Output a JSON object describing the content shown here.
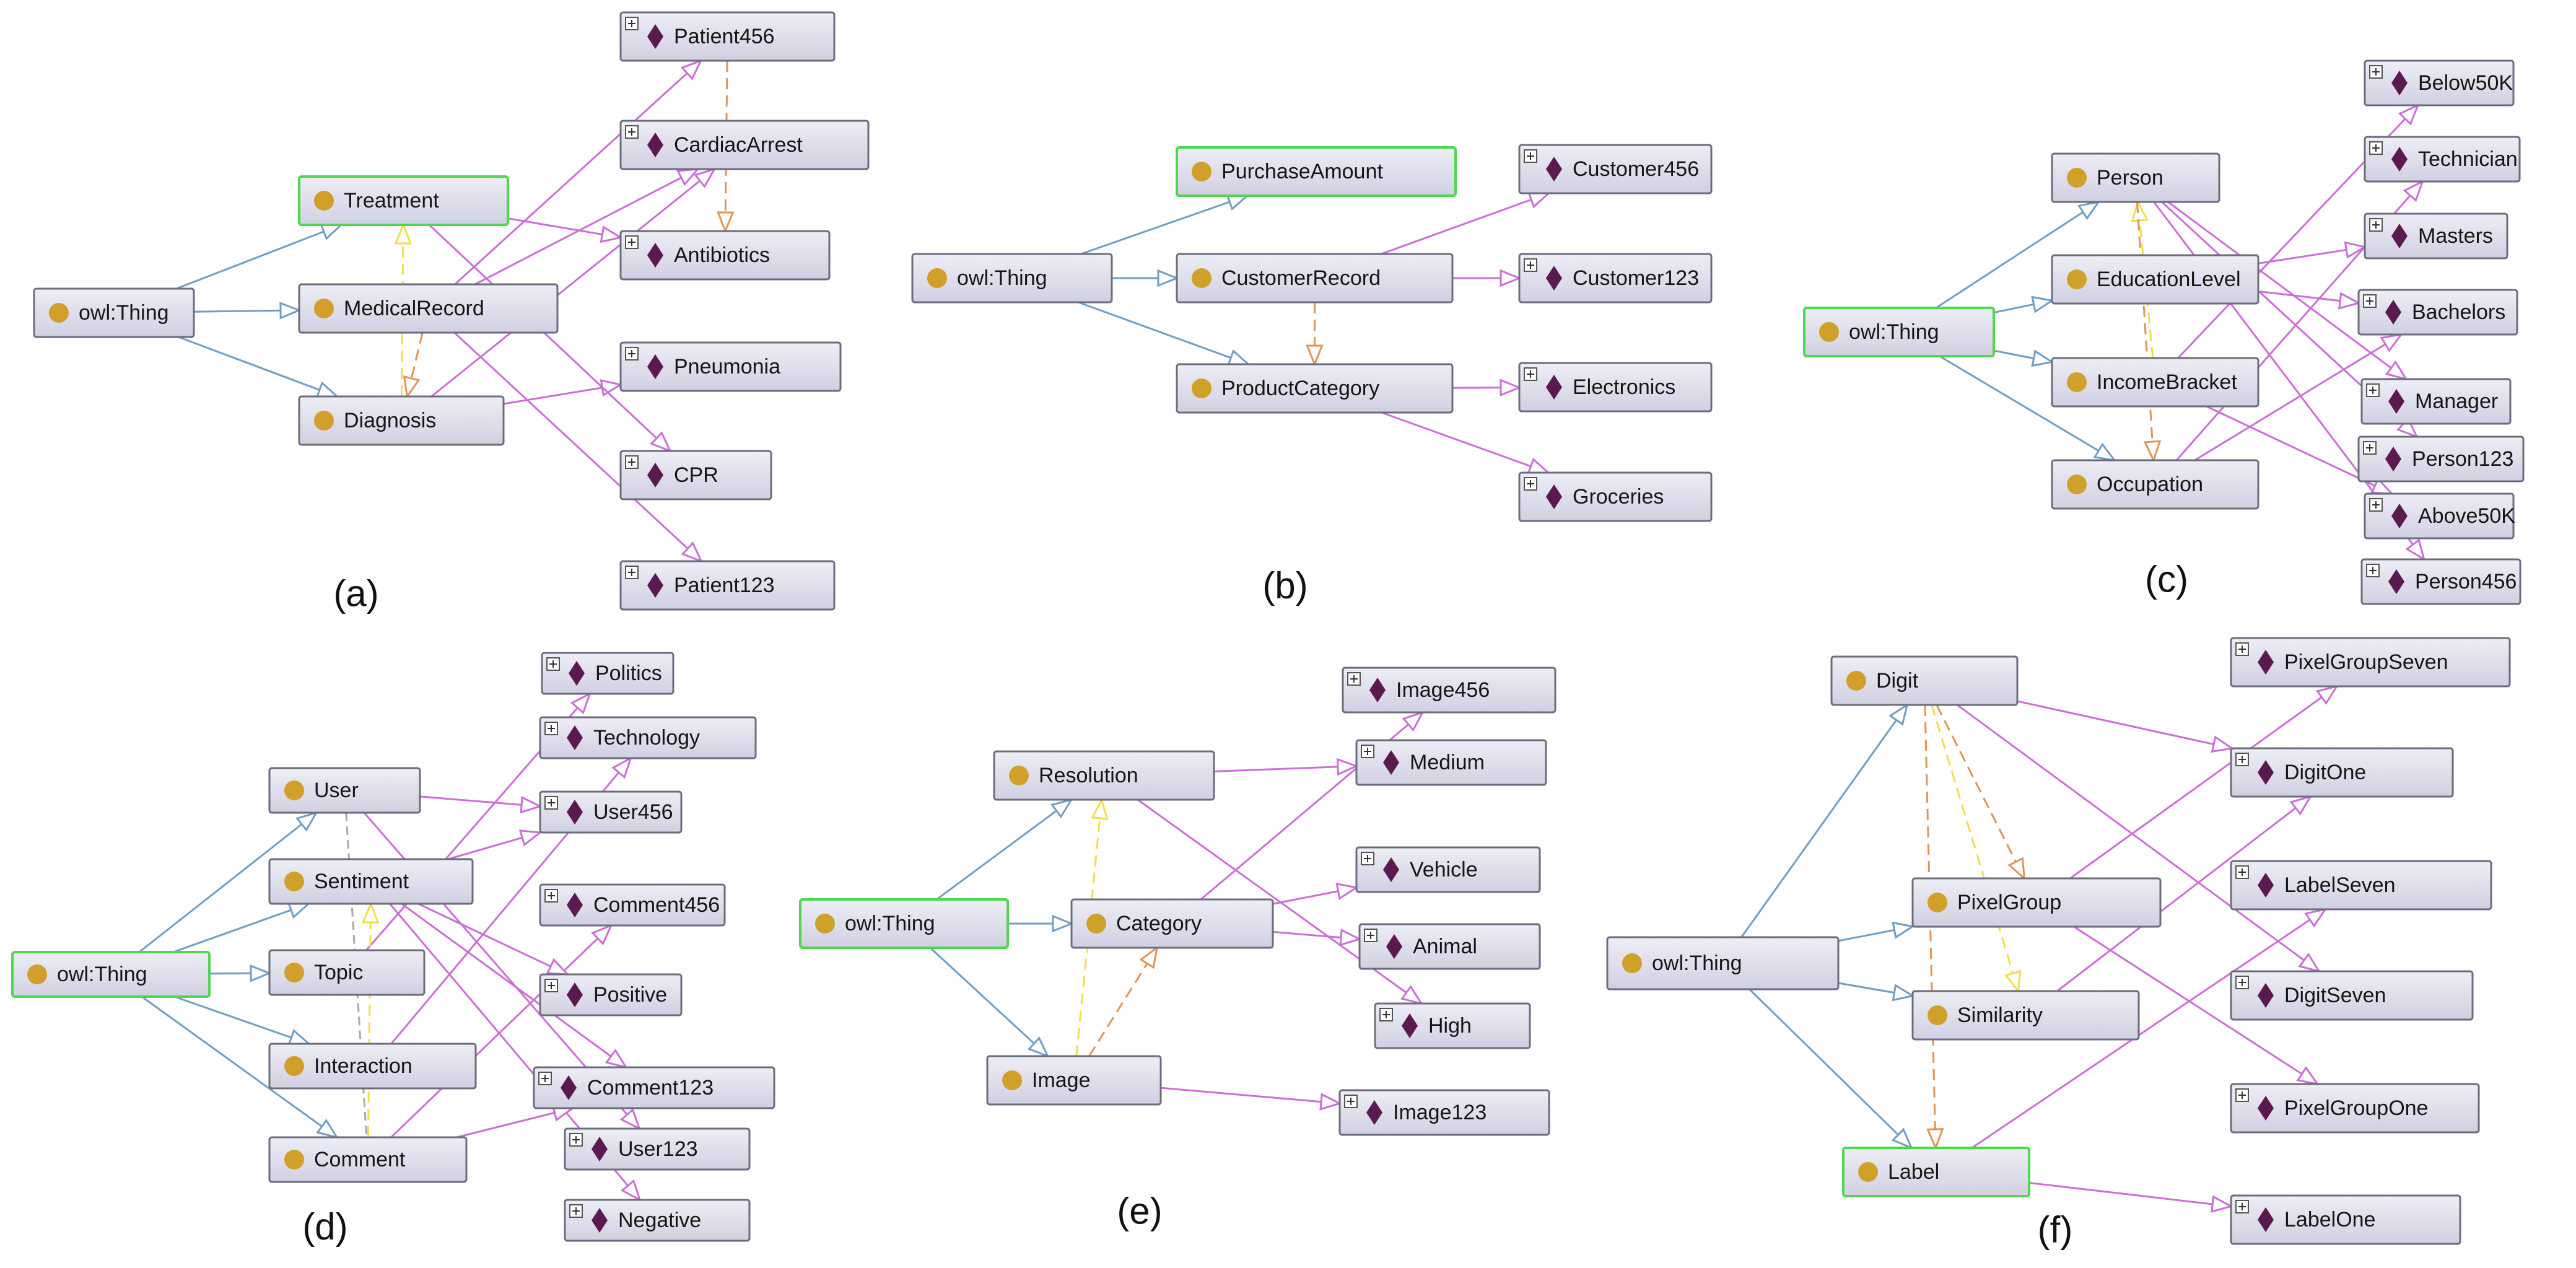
{
  "colors": {
    "class_dot": "#d1a02a",
    "individual_diamond": "#5b1a4f",
    "subclass_edge": "#6f9fc4",
    "instance_edge": "#cc6ed6",
    "orange_dash": "#de9556",
    "yellow_dash": "#f0de4a",
    "gray_dash": "#a9a9a9",
    "highlight_border": "#4fd84f"
  },
  "panels": [
    {
      "label": "(a)",
      "nodes": [
        {
          "id": "thing",
          "label": "owl:Thing",
          "kind": "class"
        },
        {
          "id": "treatment",
          "label": "Treatment",
          "kind": "class",
          "highlight": true
        },
        {
          "id": "medical",
          "label": "MedicalRecord",
          "kind": "class"
        },
        {
          "id": "diagnosis",
          "label": "Diagnosis",
          "kind": "class"
        },
        {
          "id": "p456",
          "label": "Patient456",
          "kind": "individual"
        },
        {
          "id": "cardiac",
          "label": "CardiacArrest",
          "kind": "individual"
        },
        {
          "id": "antibiotics",
          "label": "Antibiotics",
          "kind": "individual"
        },
        {
          "id": "pneumonia",
          "label": "Pneumonia",
          "kind": "individual"
        },
        {
          "id": "cpr",
          "label": "CPR",
          "kind": "individual"
        },
        {
          "id": "p123",
          "label": "Patient123",
          "kind": "individual"
        }
      ]
    },
    {
      "label": "(b)",
      "nodes": [
        {
          "id": "thing",
          "label": "owl:Thing",
          "kind": "class"
        },
        {
          "id": "purchase",
          "label": "PurchaseAmount",
          "kind": "class",
          "highlight": true
        },
        {
          "id": "custrec",
          "label": "CustomerRecord",
          "kind": "class"
        },
        {
          "id": "prodcat",
          "label": "ProductCategory",
          "kind": "class"
        },
        {
          "id": "c456",
          "label": "Customer456",
          "kind": "individual"
        },
        {
          "id": "c123",
          "label": "Customer123",
          "kind": "individual"
        },
        {
          "id": "electronics",
          "label": "Electronics",
          "kind": "individual"
        },
        {
          "id": "groceries",
          "label": "Groceries",
          "kind": "individual"
        }
      ]
    },
    {
      "label": "(c)",
      "nodes": [
        {
          "id": "thing",
          "label": "owl:Thing",
          "kind": "class",
          "highlight": true
        },
        {
          "id": "person",
          "label": "Person",
          "kind": "class"
        },
        {
          "id": "edu",
          "label": "EducationLevel",
          "kind": "class"
        },
        {
          "id": "income",
          "label": "IncomeBracket",
          "kind": "class"
        },
        {
          "id": "occupation",
          "label": "Occupation",
          "kind": "class"
        },
        {
          "id": "below50k",
          "label": "Below50K",
          "kind": "individual"
        },
        {
          "id": "technician",
          "label": "Technician",
          "kind": "individual"
        },
        {
          "id": "masters",
          "label": "Masters",
          "kind": "individual"
        },
        {
          "id": "bachelors",
          "label": "Bachelors",
          "kind": "individual"
        },
        {
          "id": "manager",
          "label": "Manager",
          "kind": "individual"
        },
        {
          "id": "person123",
          "label": "Person123",
          "kind": "individual"
        },
        {
          "id": "above50k",
          "label": "Above50K",
          "kind": "individual"
        },
        {
          "id": "person456",
          "label": "Person456",
          "kind": "individual"
        }
      ]
    },
    {
      "label": "(d)",
      "nodes": [
        {
          "id": "thing",
          "label": "owl:Thing",
          "kind": "class",
          "highlight": true
        },
        {
          "id": "user",
          "label": "User",
          "kind": "class"
        },
        {
          "id": "sentiment",
          "label": "Sentiment",
          "kind": "class"
        },
        {
          "id": "topic",
          "label": "Topic",
          "kind": "class"
        },
        {
          "id": "interaction",
          "label": "Interaction",
          "kind": "class"
        },
        {
          "id": "comment",
          "label": "Comment",
          "kind": "class"
        },
        {
          "id": "politics",
          "label": "Politics",
          "kind": "individual"
        },
        {
          "id": "technology",
          "label": "Technology",
          "kind": "individual"
        },
        {
          "id": "user456",
          "label": "User456",
          "kind": "individual"
        },
        {
          "id": "comment456",
          "label": "Comment456",
          "kind": "individual"
        },
        {
          "id": "positive",
          "label": "Positive",
          "kind": "individual"
        },
        {
          "id": "comment123",
          "label": "Comment123",
          "kind": "individual"
        },
        {
          "id": "user123",
          "label": "User123",
          "kind": "individual"
        },
        {
          "id": "negative",
          "label": "Negative",
          "kind": "individual"
        }
      ]
    },
    {
      "label": "(e)",
      "nodes": [
        {
          "id": "thing",
          "label": "owl:Thing",
          "kind": "class",
          "highlight": true
        },
        {
          "id": "resolution",
          "label": "Resolution",
          "kind": "class"
        },
        {
          "id": "category",
          "label": "Category",
          "kind": "class"
        },
        {
          "id": "image",
          "label": "Image",
          "kind": "class"
        },
        {
          "id": "image456",
          "label": "Image456",
          "kind": "individual"
        },
        {
          "id": "medium",
          "label": "Medium",
          "kind": "individual"
        },
        {
          "id": "vehicle",
          "label": "Vehicle",
          "kind": "individual"
        },
        {
          "id": "animal",
          "label": "Animal",
          "kind": "individual"
        },
        {
          "id": "high",
          "label": "High",
          "kind": "individual"
        },
        {
          "id": "image123",
          "label": "Image123",
          "kind": "individual"
        }
      ]
    },
    {
      "label": "(f)",
      "nodes": [
        {
          "id": "thing",
          "label": "owl:Thing",
          "kind": "class"
        },
        {
          "id": "digit",
          "label": "Digit",
          "kind": "class"
        },
        {
          "id": "pixelgroup",
          "label": "PixelGroup",
          "kind": "class"
        },
        {
          "id": "similarity",
          "label": "Similarity",
          "kind": "class"
        },
        {
          "id": "label",
          "label": "Label",
          "kind": "class",
          "highlight": true
        },
        {
          "id": "pgseven",
          "label": "PixelGroupSeven",
          "kind": "individual"
        },
        {
          "id": "digitone",
          "label": "DigitOne",
          "kind": "individual"
        },
        {
          "id": "labelseven",
          "label": "LabelSeven",
          "kind": "individual"
        },
        {
          "id": "digitseven",
          "label": "DigitSeven",
          "kind": "individual"
        },
        {
          "id": "pgone",
          "label": "PixelGroupOne",
          "kind": "individual"
        },
        {
          "id": "labelone",
          "label": "LabelOne",
          "kind": "individual"
        }
      ]
    }
  ]
}
